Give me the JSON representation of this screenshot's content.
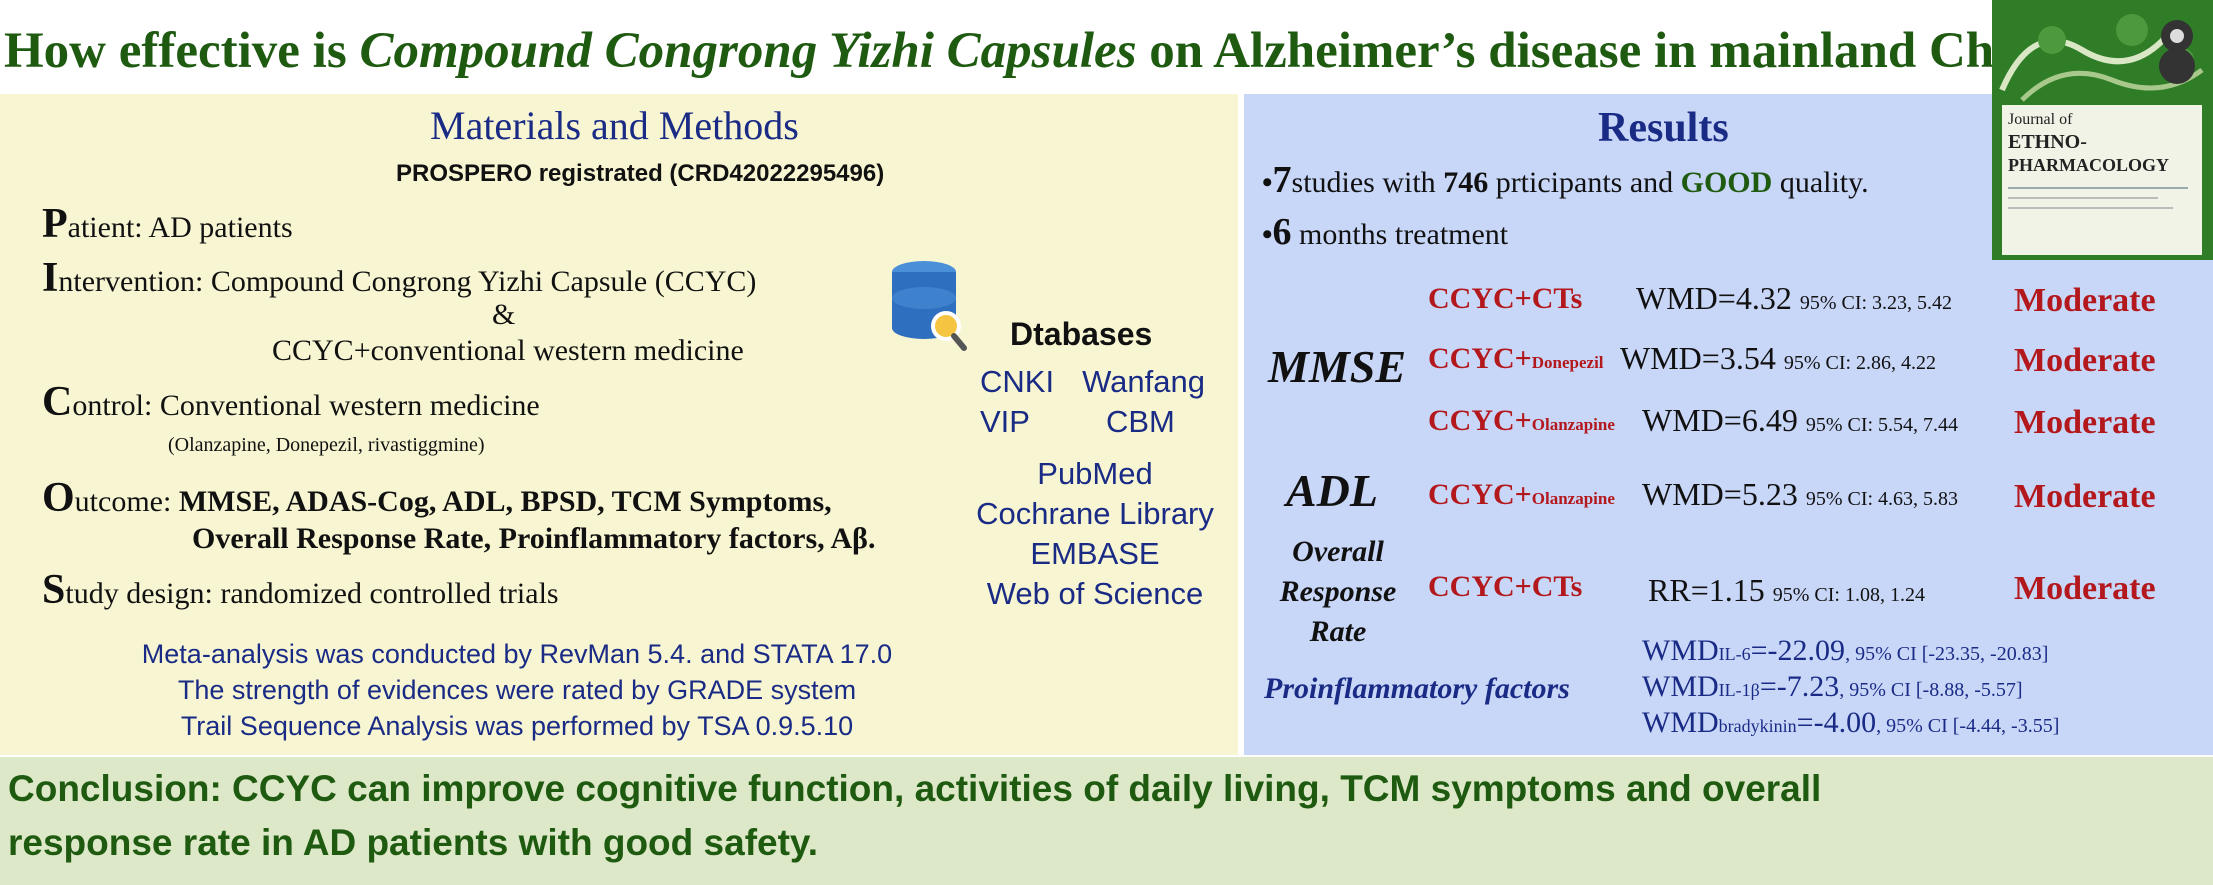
{
  "title": {
    "prefix": "How effective is ",
    "italic": "Compound Congrong Yizhi Capsules",
    "suffix": " on Alzheimer’s disease in mainland China?"
  },
  "methods": {
    "heading": "Materials and Methods",
    "prospero": "PROSPERO registrated (CRD42022295496)",
    "patient_initial": "P",
    "patient": "atient: AD patients",
    "intervention_initial": "I",
    "intervention": "ntervention: Compound Congrong Yizhi Capsule (CCYC)",
    "ampersand": "&",
    "intervention2": "CCYC+conventional western medicine",
    "control_initial": "C",
    "control": "ontrol: Conventional western medicine",
    "control_note": "(Olanzapine, Donepezil, rivastiggmine)",
    "outcome_initial": "O",
    "outcome_label": "utcome: ",
    "outcome_line1": "MMSE, ADAS-Cog, ADL, BPSD, TCM Symptoms,",
    "outcome_line2": "Overall Response Rate,  Proinflammatory factors, Aβ.",
    "study_initial": "S",
    "study": "tudy design: randomized controlled trials",
    "analysis": [
      "Meta-analysis was conducted by RevMan 5.4. and STATA 17.0",
      "The strength of evidences were rated by GRADE system",
      "Trail Sequence Analysis was performed by TSA 0.9.5.10"
    ]
  },
  "databases": {
    "heading": "Dtabases",
    "row1": [
      "CNKI",
      "Wanfang"
    ],
    "row2": [
      "VIP",
      "CBM"
    ],
    "list": [
      "PubMed",
      "Cochrane Library",
      "EMBASE",
      "Web of Science"
    ]
  },
  "results": {
    "heading": "Results",
    "line1": {
      "bullet": "•",
      "n_studies": "7",
      "text1": "studies with ",
      "n_participants": "746",
      "text2": " prticipants and ",
      "quality": "GOOD",
      "text3": " quality."
    },
    "line2": {
      "bullet": "•",
      "months": "6",
      "text": " months treatment"
    },
    "mmse_label": "MMSE",
    "adl_label": "ADL",
    "overall_label": [
      "Overall",
      "Response",
      "Rate"
    ],
    "proinflam_label": "Proinflammatory factors",
    "rows": [
      {
        "group": "CCYC+CTs",
        "group_sub": "",
        "stat": "WMD=4.32",
        "ci": "95% CI: 3.23, 5.42",
        "grade": "Moderate"
      },
      {
        "group": "CCYC+",
        "group_sub": "Donepezil",
        "stat": "WMD=3.54",
        "ci": "95% CI: 2.86, 4.22",
        "grade": "Moderate"
      },
      {
        "group": "CCYC+",
        "group_sub": "Olanzapine",
        "stat": "WMD=6.49",
        "ci": "95% CI: 5.54, 7.44",
        "grade": "Moderate"
      },
      {
        "group": "CCYC+",
        "group_sub": "Olanzapine",
        "stat": "WMD=5.23",
        "ci": "95% CI: 4.63, 5.83",
        "grade": "Moderate"
      },
      {
        "group": "CCYC+CTs",
        "group_sub": "",
        "stat": "RR=1.15",
        "ci": "95% CI: 1.08, 1.24",
        "grade": "Moderate"
      }
    ],
    "proinflam": [
      {
        "prefix": "WMD",
        "sub": "IL-6",
        "value": "=-22.09",
        "ci": ", 95% CI [-23.35, -20.83]"
      },
      {
        "prefix": "WMD",
        "sub": "IL-1β",
        "value": "=-7.23",
        "ci": ", 95% CI [-8.88, -5.57]"
      },
      {
        "prefix": "WMD",
        "sub": "bradykinin",
        "value": "=-4.00",
        "ci": ", 95% CI [-4.44, -3.55]"
      }
    ]
  },
  "journal": {
    "line1": "Journal of",
    "line2": "ETHNO-",
    "line3": "PHARMACOLOGY"
  },
  "conclusion": {
    "line1": "Conclusion: CCYC can improve cognitive function, activities of daily living, TCM symptoms and overall",
    "line2": "response rate in AD patients with good safety."
  },
  "colors": {
    "title_green": "#1e5a10",
    "left_panel": "#f8f6d2",
    "right_panel": "#c8d6f8",
    "conclusion_panel": "#dde8c8",
    "group_red": "#b3181c",
    "navy": "#1a2b86"
  },
  "icons": {
    "database": "database-search-icon",
    "logo": "journal-logo-icon"
  }
}
